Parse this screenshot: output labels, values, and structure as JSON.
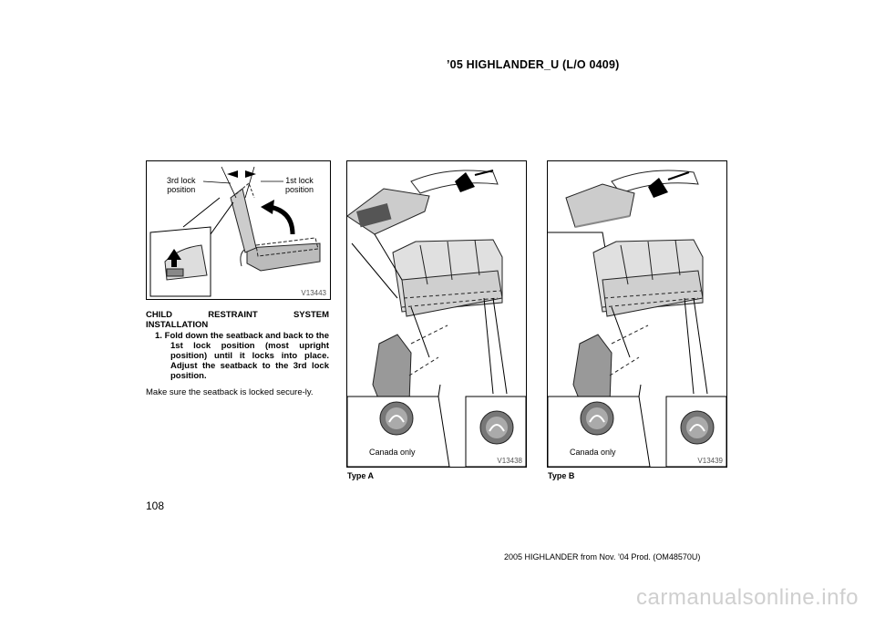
{
  "header": {
    "title": "’05 HIGHLANDER_U (L/O 0409)"
  },
  "figure1": {
    "code": "V13443",
    "label_left_line1": "3rd lock",
    "label_left_line2": "position",
    "label_right_line1": "1st lock",
    "label_right_line2": "position"
  },
  "section": {
    "heading_word1": "CHILD",
    "heading_word2": "RESTRAINT",
    "heading_word3": "SYSTEM",
    "heading_line2": "INSTALLATION",
    "step_number": "1.",
    "step_text": "Fold down the seatback and back to the 1st lock position (most upright position) until it locks into place. Adjust the seatback to the 3rd lock position.",
    "note": "Make sure the seatback is locked secure-ly."
  },
  "figure2": {
    "code": "V13438",
    "canada": "Canada only",
    "caption": "Type A"
  },
  "figure3": {
    "code": "V13439",
    "canada": "Canada only",
    "caption": "Type B"
  },
  "page_number": "108",
  "footer": "2005 HIGHLANDER from Nov. ’04 Prod. (OM48570U)",
  "watermark": "carmanualsonline.info"
}
